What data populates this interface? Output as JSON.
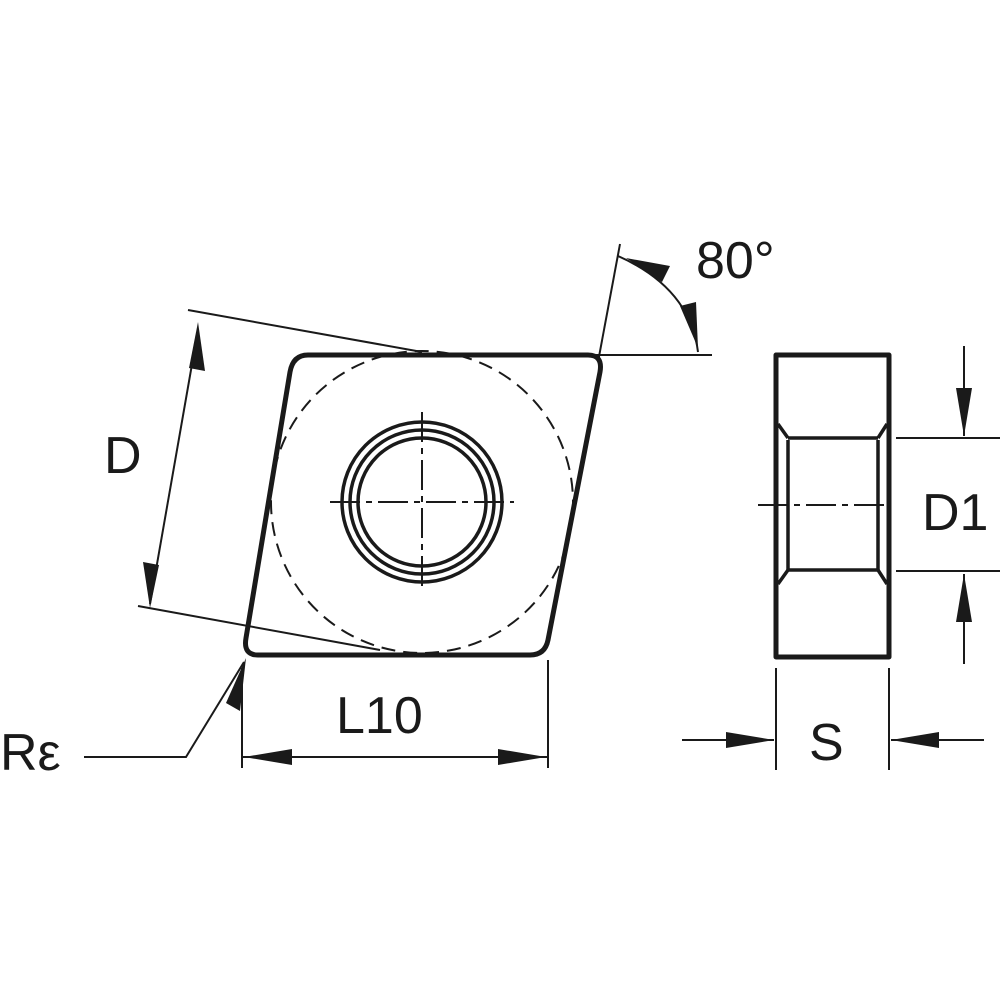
{
  "labels": {
    "angle": "80°",
    "d": "D",
    "d1": "D1",
    "l10": "L10",
    "s": "S",
    "r_epsilon": "Rε"
  },
  "colors": {
    "line": "#1a1a1a",
    "background": "#ffffff"
  }
}
